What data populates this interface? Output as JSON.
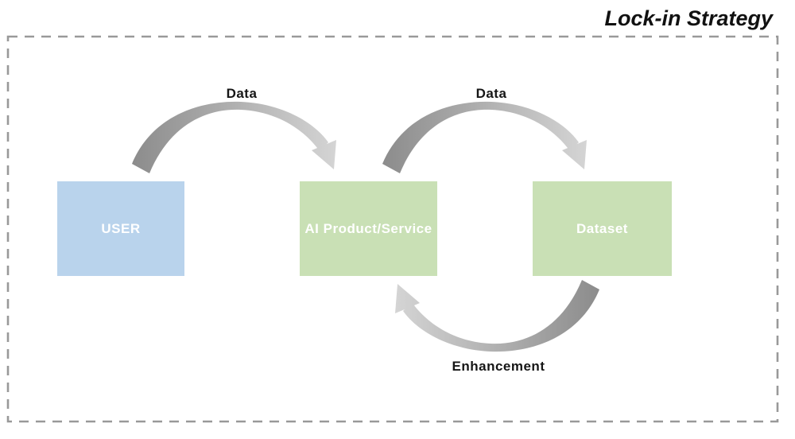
{
  "title": "Lock-in Strategy",
  "diagram": {
    "nodes": [
      {
        "id": "user",
        "label": "USER",
        "color": "#b9d3ec"
      },
      {
        "id": "product",
        "label": "AI Product/Service",
        "color": "#c9e0b5"
      },
      {
        "id": "dataset",
        "label": "Dataset",
        "color": "#c9e0b5"
      }
    ],
    "edges": [
      {
        "from": "USER",
        "to": "AI Product/Service",
        "label": "Data"
      },
      {
        "from": "AI Product/Service",
        "to": "Dataset",
        "label": "Data"
      },
      {
        "from": "Dataset",
        "to": "AI Product/Service",
        "label": "Enhancement"
      }
    ],
    "colors": {
      "background": "#ffffff",
      "border": "#999999",
      "arrow_tail": "#8a8a8a",
      "arrow_head": "#d8d8d8",
      "node_text": "#ffffff",
      "label_text": "#161616",
      "title_text": "#111111"
    }
  }
}
